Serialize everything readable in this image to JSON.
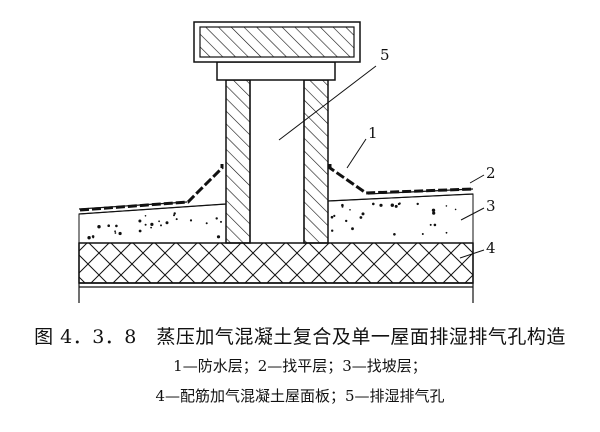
{
  "figure": {
    "labels": {
      "n1": "1",
      "n2": "2",
      "n3": "3",
      "n4": "4",
      "n5": "5"
    },
    "caption": {
      "title": "图 4．3．8　蒸压加气混凝土复合及单一屋面排湿排气孔构造",
      "legend_line1": "1—防水层；2—找平层；3—找坡层；",
      "legend_line2": "4—配筋加气混凝土屋面板；5—排湿排气孔"
    }
  },
  "colors": {
    "ink": "#111111",
    "paper": "#ffffff"
  }
}
